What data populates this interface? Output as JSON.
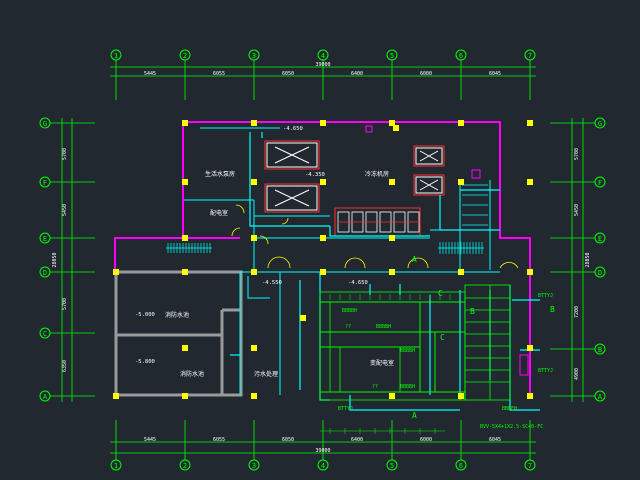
{
  "colors": {
    "background": "#212830",
    "grid_bubble": "#00ff00",
    "dimension": "#00ff00",
    "wall_magenta": "#ff00ff",
    "wall_gray": "#9a9a9a",
    "column": "#ffff00",
    "cyan": "#00ffff",
    "red": "#ff3030",
    "white": "#ffffff",
    "text_green": "#00ff66"
  },
  "axes": {
    "columns": [
      "1",
      "2",
      "3",
      "4",
      "5",
      "6",
      "7"
    ],
    "rows_left": [
      "G",
      "F",
      "E",
      "D",
      "C",
      "A"
    ],
    "rows_right": [
      "G",
      "F",
      "E",
      "D",
      "B",
      "A"
    ]
  },
  "dimensions": {
    "top_overall": "39000",
    "top_spans": [
      "5445",
      "6055",
      "6050",
      "6400",
      "6000",
      "6045"
    ],
    "bottom_overall": "39000",
    "bottom_spans": [
      "5445",
      "6055",
      "6050",
      "6400",
      "6000",
      "6045"
    ],
    "left_overall": "28050",
    "left_spans": [
      "5700",
      "5450",
      "",
      "5700",
      "6350"
    ],
    "right_overall": "28050",
    "right_spans": [
      "5700",
      "5450",
      "",
      "7200",
      "4900"
    ]
  },
  "labels": {
    "room_prep": "生活水泵房",
    "room_main": "冷冻机房",
    "room_pool1": "消防水池",
    "room_pool2": "消防水池",
    "room_tank": "污水处理",
    "room_small": "配电室",
    "room_center": "变配电室",
    "elev_1": "-4.650",
    "elev_2": "-4.350",
    "elev_3": "-5.000",
    "elev_4": "-5.800",
    "elev_5": "-4.550",
    "elev_6": "-4.650",
    "tag_a1": "A",
    "tag_a2": "A",
    "tag_b1": "B",
    "tag_b2": "B",
    "tag_c": "C",
    "tag_c2": "C",
    "note_right1": "BTTYJ",
    "note_right2": "BTTYJ",
    "note_bottom": "BTTYJ",
    "note_bottom2": "BBBEH",
    "note_bottom_caption": "BVV-5X4+1X2.5-SC40-FC",
    "label_panel1": "BBBBH",
    "label_panel2": "BBBBH",
    "label_panel3": "??",
    "label_panel4": "??",
    "label_panel5": "BBBBH",
    "label_panel6": "BBBBH"
  }
}
